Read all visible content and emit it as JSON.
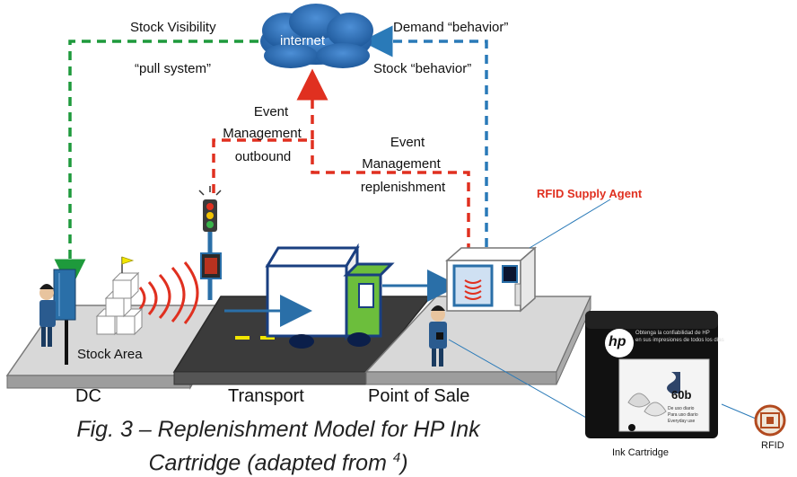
{
  "labels": {
    "stock_visibility": "Stock Visibility",
    "pull_system": "“pull system”",
    "internet": "internet",
    "demand_behavior": "Demand “behavior”",
    "stock_behavior": "Stock “behavior”",
    "event_outbound": [
      "Event",
      "Management",
      "outbound"
    ],
    "event_replenishment": [
      "Event",
      "Management",
      "replenishment"
    ],
    "rfid_supply_agent": "RFID Supply Agent",
    "stock_area": "Stock Area",
    "dc": "DC",
    "transport": "Transport",
    "point_of_sale": "Point of Sale",
    "ink_cartridge": "Ink Cartridge",
    "rfid": "RFID"
  },
  "package": {
    "brand": "hp",
    "model": "60b",
    "lines": [
      "Obtenga la confiabilidad de HP",
      "en sus impresiones de todos los días"
    ],
    "sub": [
      "De uso diario",
      "Para uso diario",
      "Everyday use"
    ]
  },
  "caption": {
    "line1": "Fig. 3 – Replenishment Model for HP Ink",
    "line2": "Cartridge (adapted from ",
    "ref": "4",
    "close": ")"
  },
  "colors": {
    "green_flow": "#1e9a3c",
    "blue_flow": "#2a7ab8",
    "red_flow": "#e03020",
    "cloud": "#2f6fb5",
    "truck_green": "#6cbe3c"
  }
}
